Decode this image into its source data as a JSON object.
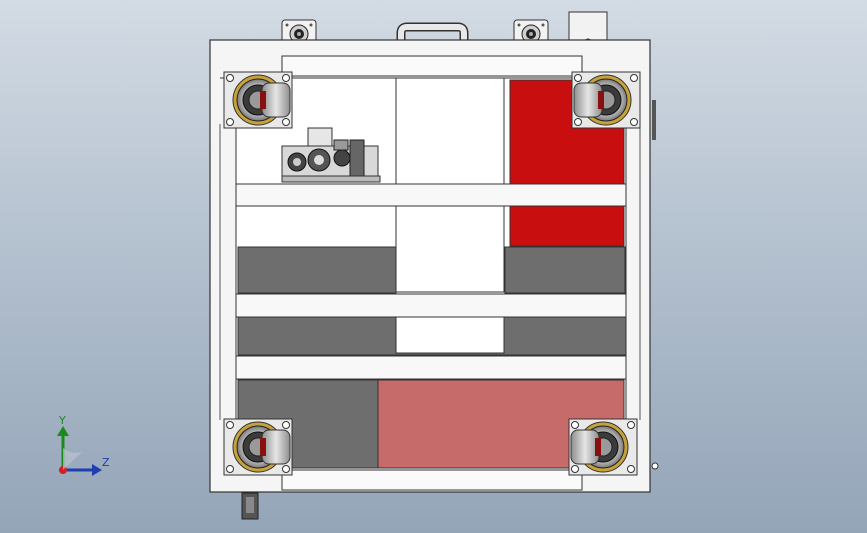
{
  "viewport": {
    "background": [
      "#d3dbe4",
      "#94a5b8"
    ]
  },
  "model": {
    "frame_color": "#f5f5f5",
    "outline_color": "#333333",
    "panel_red": "#c80e0e",
    "panel_pink": "#c76a6a",
    "panel_gray": "#6e6e6e",
    "panel_white": "#ffffff",
    "caster_count": 4,
    "caster_icon": "caster-wheel-icon",
    "handle_icon": "carry-handle-icon",
    "mount_icon": "bearing-mount-icon"
  },
  "triad": {
    "y_label": "Y",
    "z_label": "Z",
    "y_color": "#1a8a1a",
    "z_color": "#1f3fb0",
    "origin_color": "#d02020"
  }
}
